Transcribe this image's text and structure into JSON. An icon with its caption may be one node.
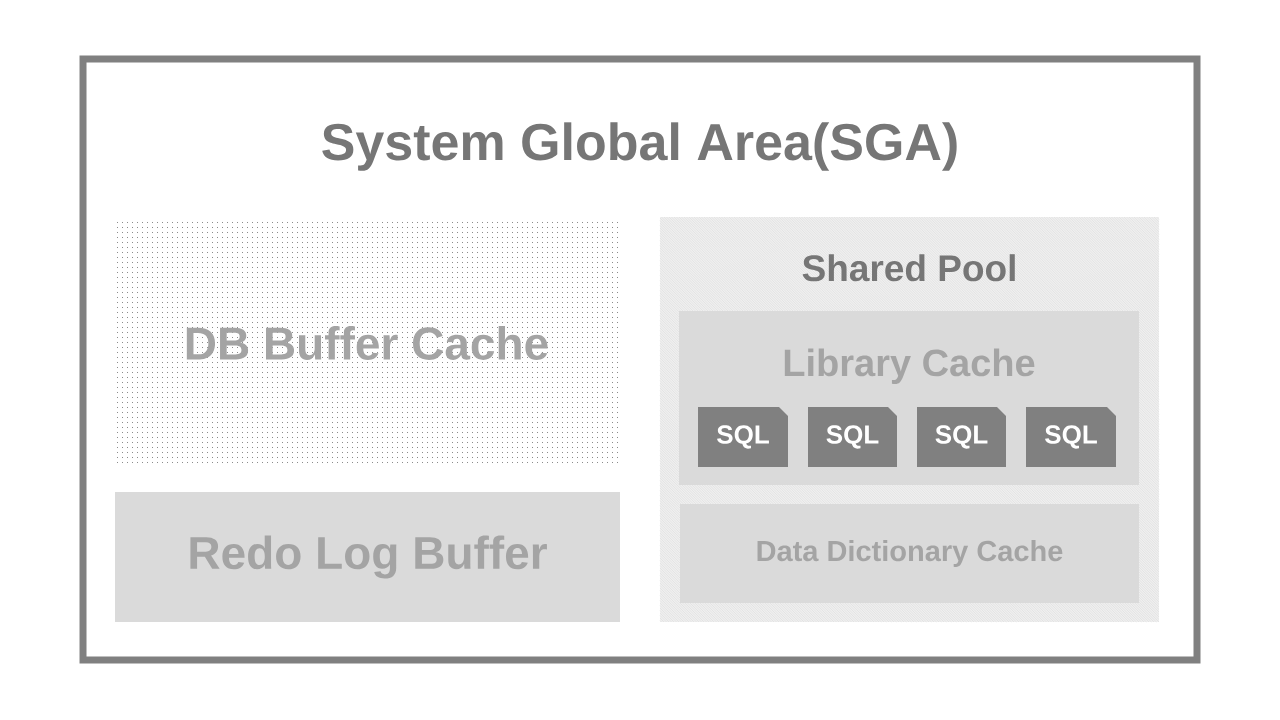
{
  "diagram": {
    "nodes": [
      {
        "text": [
          "System Global Area(SGA)"
        ]
      },
      {
        "text": [
          "DB Buffer Cache"
        ],
        "in": 0
      },
      {
        "text": [
          "Redo Log Buffer"
        ],
        "in": 0
      },
      {
        "text": [
          "Shared Pool"
        ],
        "in": 0
      },
      {
        "text": [
          "Library Cache"
        ],
        "in": 3
      },
      {
        "text": [
          "SQL"
        ],
        "in": 4
      },
      {
        "text": [
          "SQL"
        ],
        "in": 4
      },
      {
        "text": [
          "SQL"
        ],
        "in": 4
      },
      {
        "text": [
          "SQL"
        ],
        "in": 4
      },
      {
        "text": [
          "Data Dictionary Cache"
        ],
        "in": 3
      }
    ]
  }
}
